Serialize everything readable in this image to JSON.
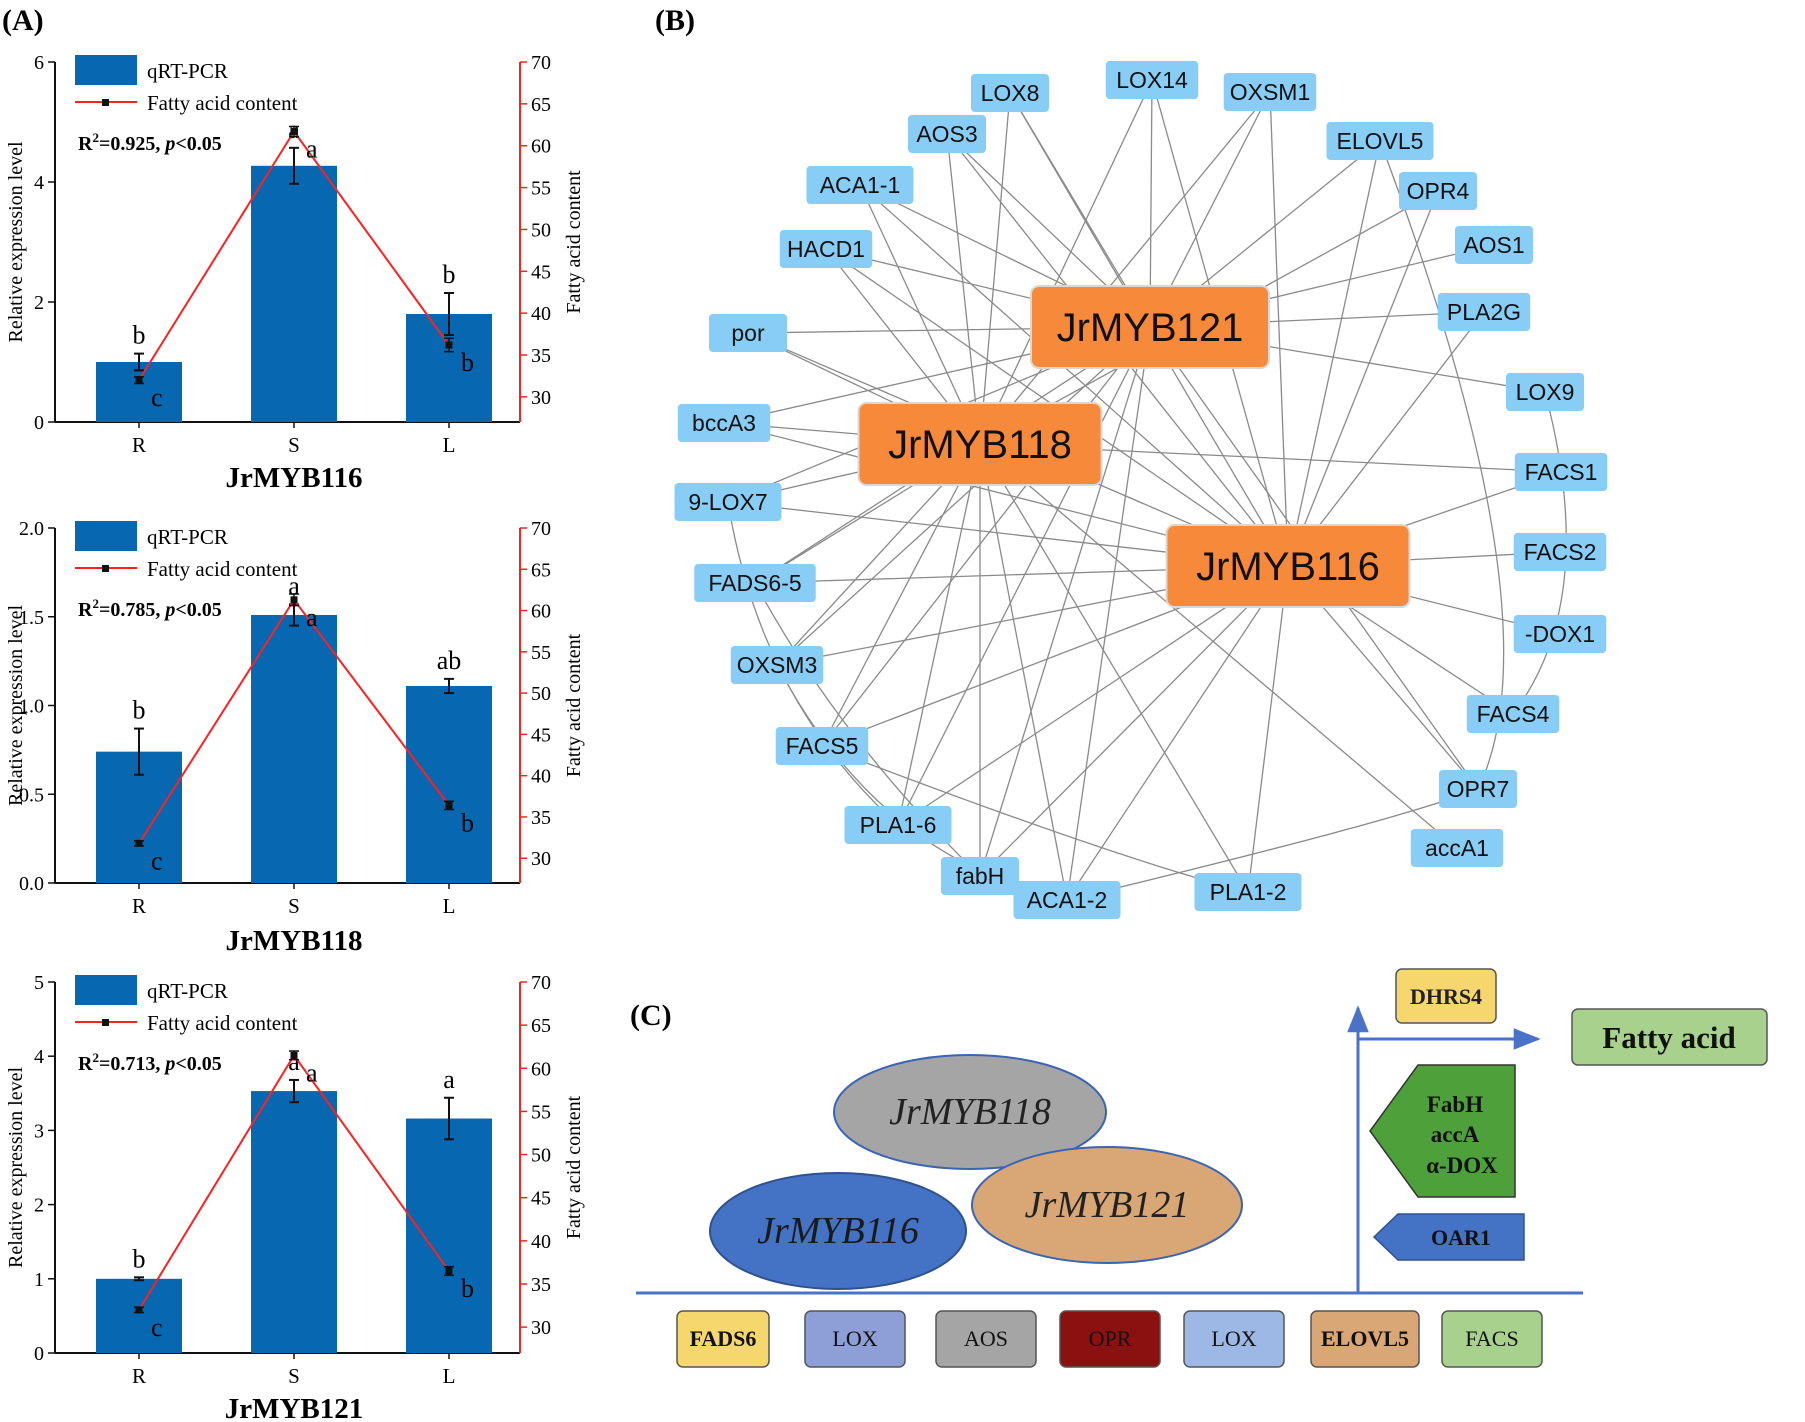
{
  "panels": {
    "a": "(A)",
    "b": "(B)",
    "c": "(C)"
  },
  "colors": {
    "bar": "#0767b0",
    "line": "#ff2020",
    "right_axis": "#ff2020",
    "node_gene": "#88cdf5",
    "node_tf": "#f78a3a",
    "edge": "#8a8a8a"
  },
  "chart_data": [
    {
      "type": "bar",
      "title": "JrMYB116",
      "categories": [
        "R",
        "S",
        "L"
      ],
      "ylabel": "Relative expression level",
      "y2label": "Fatty acid content",
      "ylim": [
        0,
        6
      ],
      "yticks": [
        "0",
        "2",
        "4",
        "6"
      ],
      "y2lim": [
        27,
        70
      ],
      "y2ticks": [
        "30",
        "35",
        "40",
        "45",
        "50",
        "55",
        "60",
        "65",
        "70"
      ],
      "legend": [
        "qRT-PCR",
        "Fatty acid content"
      ],
      "annotation": "R2=0.925, p<0.05",
      "series": [
        {
          "name": "qRT-PCR",
          "values": [
            1.0,
            4.27,
            1.8
          ],
          "errors": [
            0.14,
            0.3,
            0.35
          ],
          "letters": [
            "b",
            "a",
            "b"
          ]
        },
        {
          "name": "Fatty acid content",
          "values": [
            32.0,
            61.7,
            36.2
          ],
          "errors": [
            0.4,
            0.6,
            0.8
          ],
          "letters": [
            "c",
            "a",
            "b"
          ]
        }
      ]
    },
    {
      "type": "bar",
      "title": "JrMYB118",
      "categories": [
        "R",
        "S",
        "L"
      ],
      "ylabel": "Relative expression level",
      "y2label": "Fatty acid content",
      "ylim": [
        0,
        2.0
      ],
      "yticks": [
        "0.0",
        "0.5",
        "1.0",
        "1.5",
        "2.0"
      ],
      "y2lim": [
        27,
        70
      ],
      "y2ticks": [
        "30",
        "35",
        "40",
        "45",
        "50",
        "55",
        "60",
        "65",
        "70"
      ],
      "legend": [
        "qRT-PCR",
        "Fatty acid content"
      ],
      "annotation": "R2=0.785, p<0.05",
      "series": [
        {
          "name": "qRT-PCR",
          "values": [
            0.74,
            1.51,
            1.11
          ],
          "errors": [
            0.13,
            0.06,
            0.04
          ],
          "letters": [
            "b",
            "a",
            "ab"
          ]
        },
        {
          "name": "Fatty acid content",
          "values": [
            31.8,
            61.3,
            36.4
          ],
          "errors": [
            0.3,
            0.7,
            0.5
          ],
          "letters": [
            "c",
            "a",
            "b"
          ]
        }
      ]
    },
    {
      "type": "bar",
      "title": "JrMYB121",
      "categories": [
        "R",
        "S",
        "L"
      ],
      "ylabel": "Relative expression level",
      "y2label": "Fatty acid content",
      "ylim": [
        0,
        5
      ],
      "yticks": [
        "0",
        "1",
        "2",
        "3",
        "4",
        "5"
      ],
      "y2lim": [
        27,
        70
      ],
      "y2ticks": [
        "30",
        "35",
        "40",
        "45",
        "50",
        "55",
        "60",
        "65",
        "70"
      ],
      "legend": [
        "qRT-PCR",
        "Fatty acid content"
      ],
      "annotation": "R2=0.713, p<0.05",
      "series": [
        {
          "name": "qRT-PCR",
          "values": [
            1.0,
            3.53,
            3.16
          ],
          "errors": [
            0.02,
            0.15,
            0.28
          ],
          "letters": [
            "b",
            "a",
            "a"
          ]
        },
        {
          "name": "Fatty acid content",
          "values": [
            32.0,
            61.5,
            36.5
          ],
          "errors": [
            0.3,
            0.5,
            0.5
          ],
          "letters": [
            "c",
            "a",
            "b"
          ]
        }
      ]
    }
  ],
  "network": {
    "hubs": [
      "JrMYB121",
      "JrMYB118",
      "JrMYB116"
    ],
    "genes": [
      "LOX14",
      "OXSM1",
      "LOX8",
      "AOS3",
      "ELOVL5",
      "ACA1-1",
      "OPR4",
      "HACD1",
      "AOS1",
      "PLA2G",
      "por",
      "LOX9",
      "bccA3",
      "FACS1",
      "9-LOX7",
      "FACS2",
      "FADS6-5",
      "-DOX1",
      "OXSM3",
      "FACS4",
      "FACS5",
      "OPR7",
      "PLA1-6",
      "accA1",
      "fabH",
      "ACA1-2",
      "PLA1-2"
    ]
  },
  "model": {
    "ellipses": [
      "JrMYB118",
      "JrMYB116",
      "JrMYB121"
    ],
    "bottom_boxes": [
      "FADS6",
      "LOX",
      "AOS",
      "OPR",
      "LOX",
      "ELOVL5",
      "FACS"
    ],
    "right_boxes": [
      "DHRS4",
      "FabH",
      "accA",
      "α-DOX",
      "OAR1"
    ],
    "output": "Fatty acid"
  }
}
